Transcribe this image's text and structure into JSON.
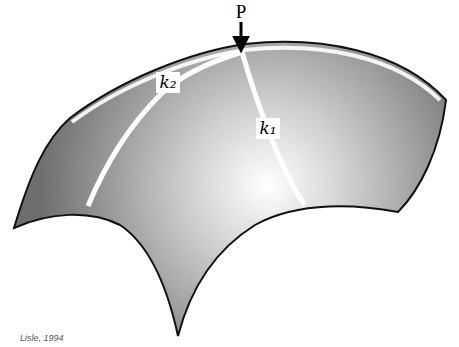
{
  "diagram": {
    "caption": "Lisle, 1994",
    "labels": [
      "P",
      "k₂",
      "k₁"
    ]
  }
}
